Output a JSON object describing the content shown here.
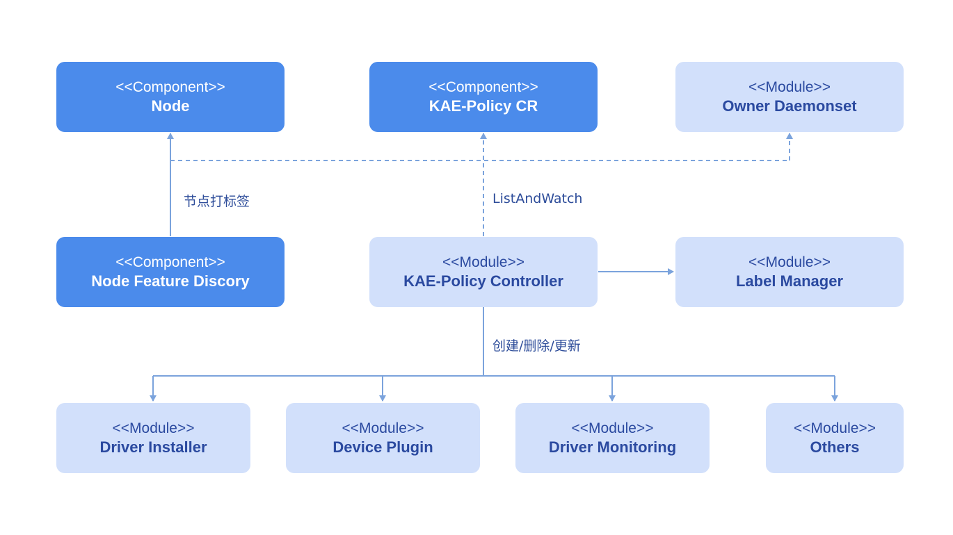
{
  "colors": {
    "component_fill": "#4b8beb",
    "component_text": "#ffffff",
    "module_fill": "#d2e0fb",
    "module_text": "#2b4aa0",
    "edge": "#7ba3dc"
  },
  "nodes": {
    "node": {
      "stereotype": "<<Component>>",
      "name": "Node"
    },
    "kae_policy_cr": {
      "stereotype": "<<Component>>",
      "name": "KAE-Policy CR"
    },
    "owner_daemonset": {
      "stereotype": "<<Module>>",
      "name": "Owner Daemonset"
    },
    "node_feature_discory": {
      "stereotype": "<<Component>>",
      "name": "Node Feature Discory"
    },
    "kae_policy_controller": {
      "stereotype": "<<Module>>",
      "name": "KAE-Policy Controller"
    },
    "label_manager": {
      "stereotype": "<<Module>>",
      "name": "Label Manager"
    },
    "driver_installer": {
      "stereotype": "<<Module>>",
      "name": "Driver Installer"
    },
    "device_plugin": {
      "stereotype": "<<Module>>",
      "name": "Device Plugin"
    },
    "driver_monitoring": {
      "stereotype": "<<Module>>",
      "name": "Driver Monitoring"
    },
    "others": {
      "stereotype": "<<Module>>",
      "name": "Others"
    }
  },
  "edges": {
    "nfd_to_node": {
      "label": "节点打标签",
      "style": "solid"
    },
    "controller_watch": {
      "label": "ListAndWatch",
      "style": "dashed"
    },
    "controller_to_label_manager": {
      "label": "",
      "style": "solid"
    },
    "controller_to_modules": {
      "label": "创建/删除/更新",
      "style": "solid"
    }
  }
}
